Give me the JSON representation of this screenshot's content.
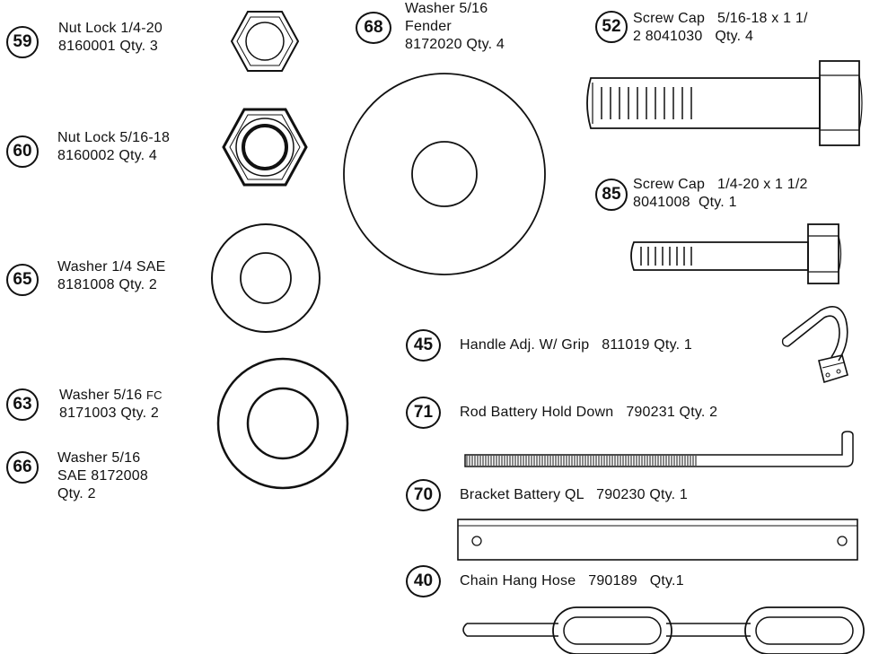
{
  "parts": [
    {
      "num": "59",
      "lines": [
        "Nut Lock  1/4-20",
        "8160001 Qty. 3"
      ]
    },
    {
      "num": "60",
      "lines": [
        "Nut Lock 5/16-18",
        "8160002 Qty. 4"
      ]
    },
    {
      "num": "65",
      "lines": [
        "Washer 1/4 SAE",
        "8181008  Qty. 2"
      ]
    },
    {
      "num": "63",
      "lines": [
        "Washer 5/16 ",
        "8171003  Qty. 2"
      ],
      "suffix": "FC"
    },
    {
      "num": "66",
      "lines": [
        "Washer 5/16",
        "SAE 8172008",
        "Qty. 2"
      ]
    },
    {
      "num": "68",
      "lines": [
        "Washer 5/16",
        "Fender",
        "8172020 Qty. 4"
      ]
    },
    {
      "num": "52",
      "lines": [
        "Screw Cap   5/16-18 x 1 1/",
        "2 8041030   Qty. 4"
      ]
    },
    {
      "num": "85",
      "lines": [
        "Screw Cap   1/4-20 x 1 1/2",
        "8041008  Qty. 1"
      ]
    },
    {
      "num": "45",
      "lines": [
        "Handle Adj. W/ Grip   811019 Qty. 1"
      ]
    },
    {
      "num": "71",
      "lines": [
        "Rod Battery Hold Down   790231 Qty. 2"
      ]
    },
    {
      "num": "70",
      "lines": [
        "Bracket Battery QL   790230 Qty. 1"
      ]
    },
    {
      "num": "40",
      "lines": [
        "Chain Hang Hose   790189   Qty.1"
      ]
    }
  ]
}
